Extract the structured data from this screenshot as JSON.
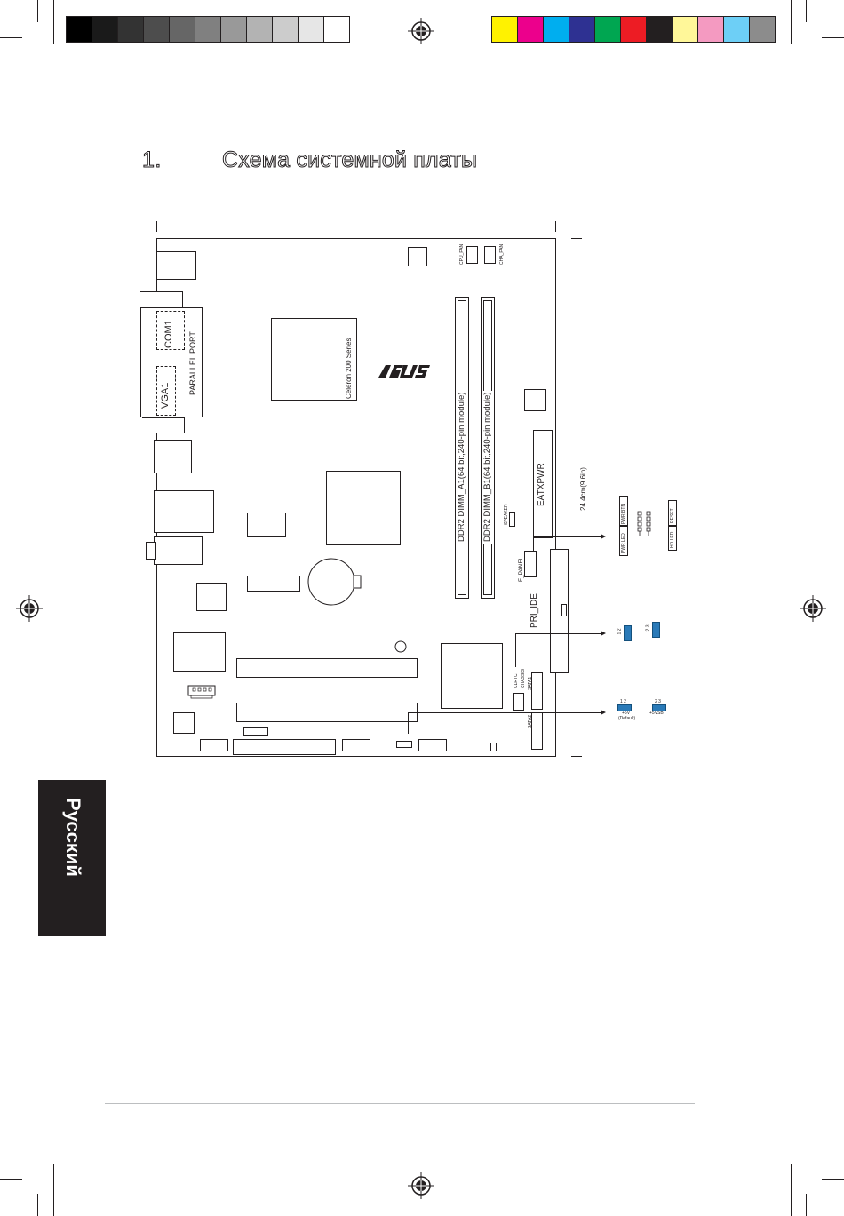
{
  "section": {
    "number": "1.",
    "title": "Схема системной платы"
  },
  "board": {
    "brand": "/ISUS",
    "cpu_label": "Celeron 200 Series",
    "com_label": "COM1",
    "parallel_label": "PARALLEL PORT",
    "vga_label": "VGA1",
    "dimm_a": "DDR2 DIMM_A1(64 bit,240-pin module)",
    "dimm_b": "DDR2 DIMM_B1(64 bit,240-pin module)",
    "eatxpwr": "EATXPWR",
    "dimension": "24.4cm(9.6in)",
    "speaker": "SPEAKER",
    "f_panel": "F_PANEL",
    "pri_ide": "PRI_IDE",
    "clrtc": "CLRTC",
    "chassis": "CHASSIS",
    "sata1": "SATA1",
    "sata2": "SATA2",
    "cpu_fan": "CPU_FAN",
    "cha_fan": "CHA_FAN"
  },
  "panel_pins": {
    "pwr_led": "PWR LED",
    "pwr_btn": "PWR BTN",
    "hd_led": "HD LED",
    "reset": "RESET"
  },
  "jumpers": {
    "j1_a": "1 2",
    "j1_b": "2 3",
    "j2_a": "1 2",
    "j2_b": "2 3",
    "plus5v": "+5V",
    "default": "(Default)",
    "plus5vsb": "+5VSB"
  },
  "sidebar": {
    "language": "Русский"
  },
  "colors": {
    "ink": "#231f20",
    "jumper_blue": "#2a7ab8",
    "cmyk": [
      "#fff200",
      "#ec008c",
      "#00aeef",
      "#2e3192",
      "#00a651",
      "#ed1c24",
      "#231f20",
      "#fff799",
      "#f49ac1",
      "#6dcff6",
      "#8c8c8c"
    ],
    "gray": [
      "#000000",
      "#1a1a1a",
      "#333333",
      "#4d4d4d",
      "#666666",
      "#808080",
      "#999999",
      "#b3b3b3",
      "#cccccc",
      "#e6e6e6",
      "#ffffff"
    ]
  }
}
